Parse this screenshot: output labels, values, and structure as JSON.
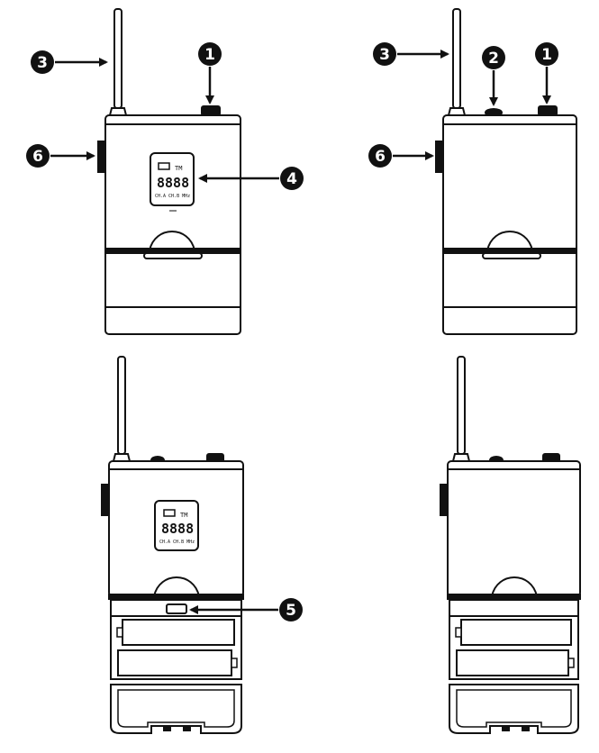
{
  "callouts": {
    "n1": "1",
    "n2": "2",
    "n3": "3",
    "n4": "4",
    "n5": "5",
    "n6": "6"
  },
  "lcd": {
    "digits": "8888",
    "tag": "TM",
    "bottom_line": "CH.A CH.B MHz"
  },
  "colors": {
    "stroke": "#111111",
    "fill": "#ffffff",
    "badge": "#111111"
  }
}
